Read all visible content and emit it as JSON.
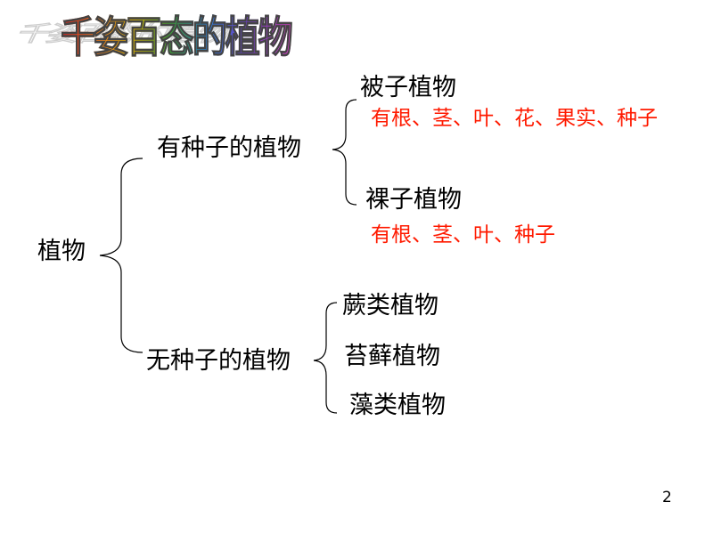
{
  "title": "千姿百态的植物",
  "root": "植物",
  "seed_plants": {
    "label": "有种子的植物",
    "angiosperm": {
      "label": "被子植物",
      "organs": "有根、茎、叶、花、果实、种子"
    },
    "gymnosperm": {
      "label": "裸子植物",
      "organs": "有根、茎、叶、种子"
    }
  },
  "seedless_plants": {
    "label": "无种子的植物",
    "items": [
      "蕨类植物",
      "苔藓植物",
      "藻类植物"
    ]
  },
  "page_number": "2",
  "colors": {
    "organs_text": "#ff1a00"
  }
}
